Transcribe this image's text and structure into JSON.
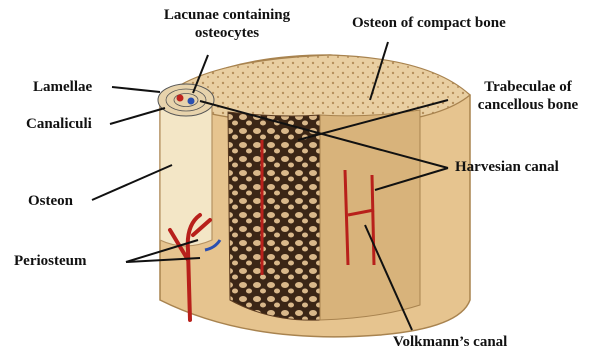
{
  "diagram": {
    "labels": {
      "lacunae": "Lacunae containing\nosteocytes",
      "osteon_compact": "Osteon of compact bone",
      "lamellae": "Lamellae",
      "trabeculae": "Trabeculae of\ncancellous bone",
      "canaliculi": "Canaliculi",
      "harvesian": "Harvesian canal",
      "osteon": "Osteon",
      "periosteum": "Periosteum",
      "volkmann": "Volkmann’s canal"
    },
    "colors": {
      "bone_side": "#e8c997",
      "bone_top": "#efd9b0",
      "bone_shadow": "#c9a46e",
      "trabeculae": "#3b2616",
      "marrow": "#d9b88a",
      "vessel": "#b8201b",
      "vessel_blue": "#2a4fb0",
      "osteon_cylinder": "#f3e6c6",
      "text": "#111111"
    }
  }
}
